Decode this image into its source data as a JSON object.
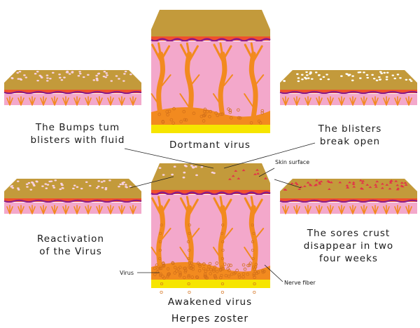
{
  "title": "Herpes zoster",
  "colors": {
    "surface": "#c39a3b",
    "surface_side": "#a67e25",
    "skin": "#f3a8cb",
    "red_band": "#f0502d",
    "purple_line": "#8b1a88",
    "nerve": "#f28a1f",
    "fat": "#f6e500",
    "spots": "#f7d2e3",
    "sores": "#e33148"
  },
  "blocks": [
    {
      "id": "dormant",
      "caption": "Dortmant virus"
    },
    {
      "id": "awakened",
      "caption": "Awakened virus"
    },
    {
      "id": "bumps",
      "caption_lines": [
        "The Bumps tum",
        "blisters with fluid"
      ]
    },
    {
      "id": "blisters",
      "caption_lines": [
        "The blisters",
        "break open"
      ]
    },
    {
      "id": "reactivation",
      "caption_lines": [
        "Reactivation",
        "of the Virus"
      ]
    },
    {
      "id": "sores",
      "caption_lines": [
        "The sores crust",
        "disappear in two",
        "four weeks"
      ]
    }
  ],
  "annotations": {
    "skin_surface": "Skin surface",
    "virus": "Virus",
    "nerve_fiber": "Nerve fiber"
  }
}
